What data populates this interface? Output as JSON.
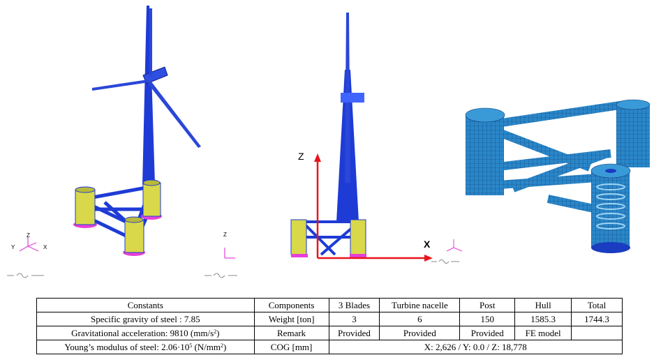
{
  "figure_2": {
    "axis_z": "Z",
    "axis_x": "X"
  },
  "table": {
    "row1": [
      "Constants",
      "Components",
      "3 Blades",
      "Turbine nacelle",
      "Post",
      "Hull",
      "Total"
    ],
    "row2": [
      "Specific gravity of steel : 7.85",
      "Weight [ton]",
      "3",
      "6",
      "150",
      "1585.3",
      "1744.3"
    ],
    "row3": {
      "gravity_prefix": "Gravitational acceleration: 9810 (mm/s",
      "gravity_sup": "2",
      "gravity_suffix": ")",
      "cells": [
        "Remark",
        "Provided",
        "Provided",
        "Provided",
        "FE model",
        ""
      ]
    },
    "row4": {
      "young_prefix": "Young’s modulus of steel: 2.06·10",
      "young_sup": "5",
      "young_mid": " (N/mm",
      "young_sup2": "2",
      "young_suffix": ")",
      "label": "COG [mm]",
      "cog": "X: 2,626 / Y: 0.0 / Z: 18,778"
    }
  },
  "colors": {
    "mesh_blue": "#1e3bd6",
    "mesh_yellow": "#d8d84a",
    "support_magenta": "#e640d8",
    "axis_red": "#e8141c",
    "hull_cyan": "#2a86c8"
  }
}
